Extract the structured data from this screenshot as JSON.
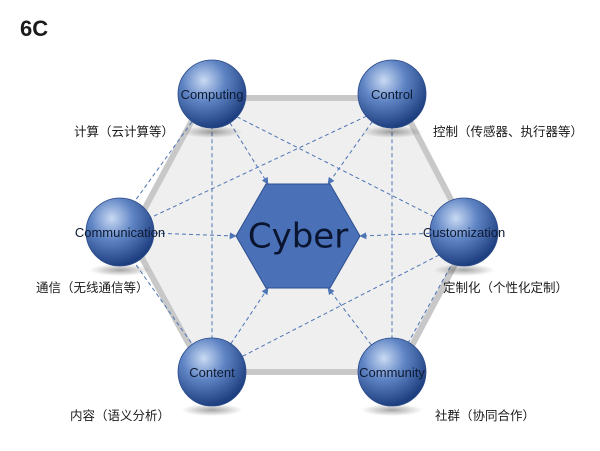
{
  "title": "6C",
  "center": {
    "label": "Cyber"
  },
  "nodes": [
    {
      "id": "computing",
      "label": "Computing",
      "caption": "计算（云计算等）"
    },
    {
      "id": "control",
      "label": "Control",
      "caption": "控制（传感器、执行器等）"
    },
    {
      "id": "communication",
      "label": "Communication",
      "caption": "通信（无线通信等）"
    },
    {
      "id": "customization",
      "label": "Customization",
      "caption": "定制化（个性化定制）"
    },
    {
      "id": "content",
      "label": "Content",
      "caption": "内容（语义分析）"
    },
    {
      "id": "community",
      "label": "Community",
      "caption": "社群（协同合作）"
    }
  ],
  "colors": {
    "node_light": "#c9daf3",
    "node_mid": "#5f84c4",
    "node_dark": "#1e3f7f",
    "center_fill": "#4a70b8",
    "hex_fill": "#efefef",
    "hex_stroke": "#c8c8c8",
    "arrow": "#4d74b5"
  }
}
